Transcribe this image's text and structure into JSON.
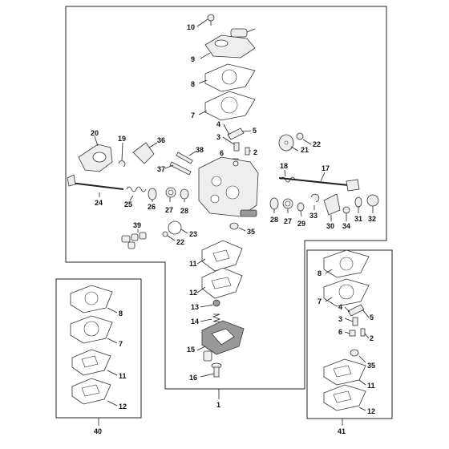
{
  "diagram": {
    "labels": {
      "p1": "1",
      "p2": "2",
      "p3": "3",
      "p4": "4",
      "p5": "5",
      "p6": "6",
      "p7": "7",
      "p8": "8",
      "p9": "9",
      "p10": "10",
      "p11": "11",
      "p12": "12",
      "p13": "13",
      "p14": "14",
      "p15": "15",
      "p16": "16",
      "p17": "17",
      "p18": "18",
      "p19": "19",
      "p20": "20",
      "p21": "21",
      "p22": "22",
      "p23": "23",
      "p24": "24",
      "p25": "25",
      "p26": "26",
      "p27": "27",
      "p28": "28",
      "p29": "29",
      "p30": "30",
      "p31": "31",
      "p32": "32",
      "p33": "33",
      "p34": "34",
      "p35": "35",
      "p36": "36",
      "p37": "37",
      "p38": "38",
      "p39": "39",
      "p40": "40",
      "p41": "41"
    }
  }
}
